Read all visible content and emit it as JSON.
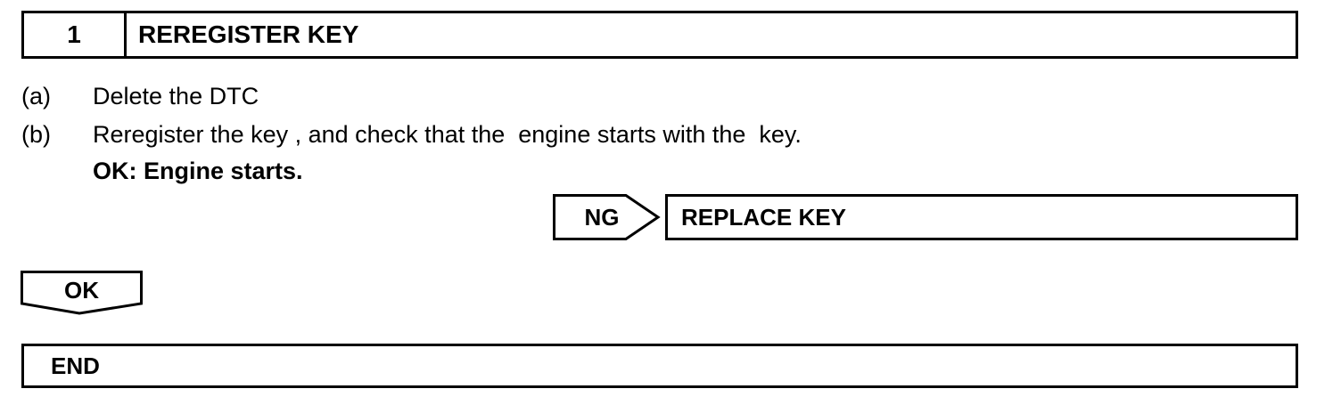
{
  "step": {
    "number": "1",
    "title": "REREGISTER KEY"
  },
  "instructions": [
    {
      "label": "(a)",
      "text": "Delete the DTC"
    },
    {
      "label": "(b)",
      "text": "Reregister the key , and check that the  engine starts with the  key."
    }
  ],
  "ok_criteria": "OK: Engine starts.",
  "ng_branch": {
    "label": "NG",
    "result": "REPLACE KEY"
  },
  "ok_branch": {
    "label": "OK"
  },
  "end": {
    "label": "END"
  }
}
